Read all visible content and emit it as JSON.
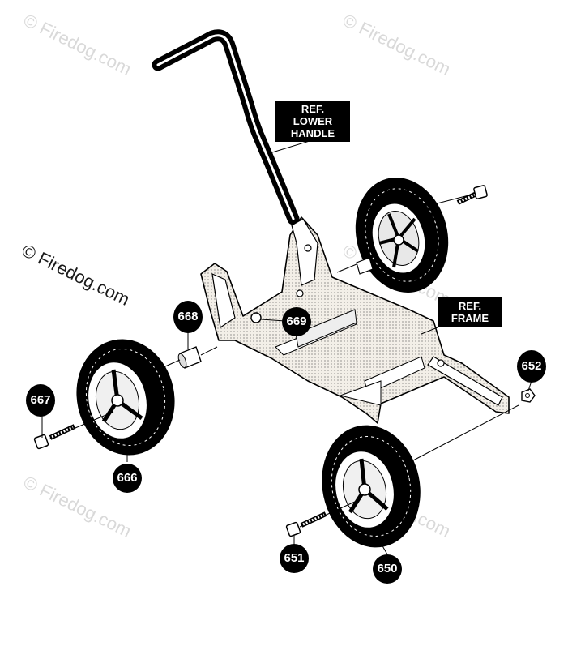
{
  "watermark": {
    "text": "© Firedog.com"
  },
  "labels": {
    "lower_handle": [
      "REF.",
      "LOWER",
      "HANDLE"
    ],
    "frame": [
      "REF.",
      "FRAME"
    ]
  },
  "callouts": {
    "p650": "650",
    "p651": "651",
    "p652": "652",
    "p666": "666",
    "p667": "667",
    "p668": "668",
    "p669": "669"
  },
  "colors": {
    "ink": "#000000",
    "watermark": "#d9d9d9",
    "frame_fill": "#f3efe8"
  }
}
